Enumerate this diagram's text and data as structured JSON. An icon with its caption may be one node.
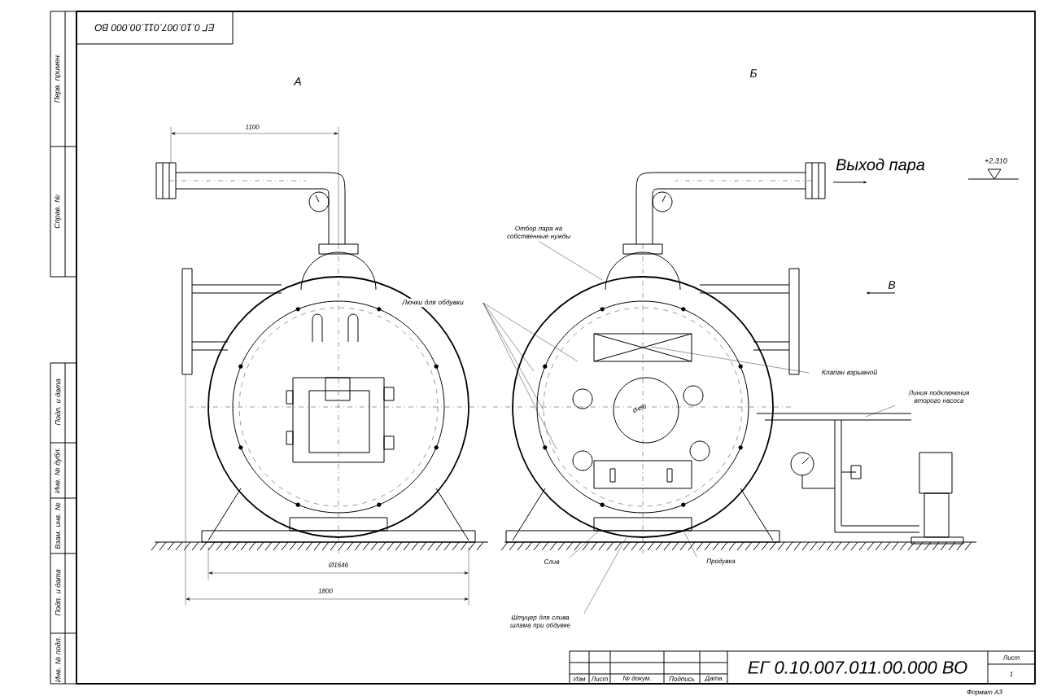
{
  "diagram": {
    "nodes": [
      {
        "text": [
          "Отбор пара на собственные нужды"
        ]
      },
      {
        "text": [
          "Лючки для обдувки"
        ]
      },
      {
        "text": [
          "Клапан взрывной"
        ]
      },
      {
        "text": [
          "Линия подключения второго насоса"
        ]
      },
      {
        "text": [
          "Слив"
        ]
      },
      {
        "text": [
          "Продувка"
        ]
      },
      {
        "text": [
          "Штуцер для слива шлама при обдувке"
        ]
      }
    ],
    "edges": [
      {
        "from": 0,
        "to": null,
        "arrow": "none"
      },
      {
        "from": 1,
        "to": null,
        "arrow": "none"
      },
      {
        "from": 1,
        "to": null,
        "arrow": "none"
      },
      {
        "from": 1,
        "to": null,
        "arrow": "none"
      },
      {
        "from": 1,
        "to": null,
        "arrow": "none"
      },
      {
        "from": 2,
        "to": null,
        "arrow": "none"
      },
      {
        "from": 3,
        "to": null,
        "arrow": "none"
      },
      {
        "from": 4,
        "to": null,
        "arrow": "none"
      },
      {
        "from": 5,
        "to": null,
        "arrow": "none"
      },
      {
        "from": 6,
        "to": null,
        "arrow": "none"
      }
    ],
    "labels": [
      "ЕГ 0.10.007.011.00.000 ВО",
      "Перв. примен.",
      "Справ. №",
      "А",
      "1100",
      "Б",
      "Выход пара",
      "+2,310",
      "В",
      "Ø450",
      "Подп. и дата",
      "Инв. № дубл.",
      "Взам. инв. №",
      "Подп. и дата",
      "Инв. № подл.",
      "Ø1646",
      "1800",
      "Изм",
      "Лист",
      "№ докум.",
      "Подпись",
      "Дата",
      "ЕГ 0.10.007.011.00.000 ВО",
      "Лист",
      "1",
      "Формат А3"
    ]
  }
}
